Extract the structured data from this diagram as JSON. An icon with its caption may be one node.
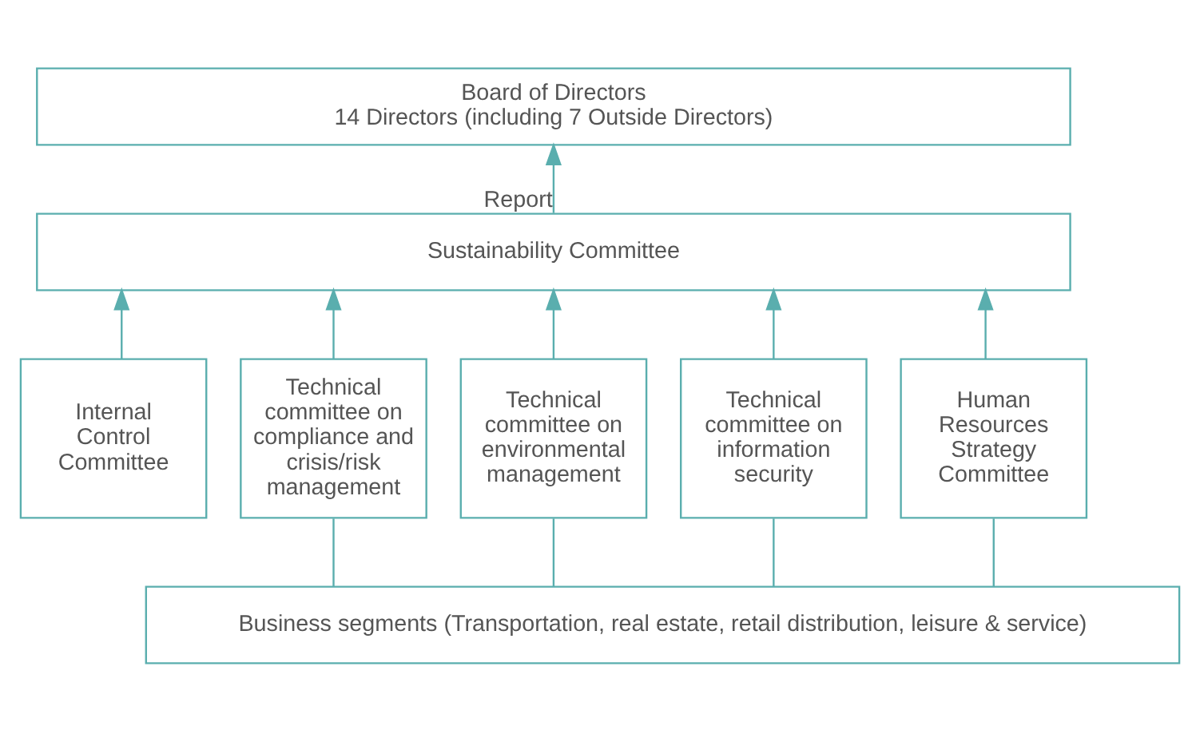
{
  "diagram": {
    "nodes": [
      {
        "text": [
          "Board of Directors",
          "14 Directors (including 7 Outside Directors)"
        ]
      },
      {
        "text": [
          "Sustainability Committee"
        ]
      },
      {
        "text": [
          "Internal Control Committee"
        ]
      },
      {
        "text": [
          "Technical committee on compliance and crisis/risk management"
        ]
      },
      {
        "text": [
          "Technical committee on environmental management"
        ]
      },
      {
        "text": [
          "Technical committee on information security"
        ]
      },
      {
        "text": [
          "Human Resources Strategy Committee"
        ]
      },
      {
        "text": [
          "Business segments (Transportation, real estate, retail distribution, leisure & service)"
        ]
      }
    ],
    "edges": [
      {
        "from": 1,
        "to": 0,
        "arrow": "to",
        "label": "Report"
      },
      {
        "from": 2,
        "to": 1,
        "arrow": "to"
      },
      {
        "from": 3,
        "to": 1,
        "arrow": "to"
      },
      {
        "from": 4,
        "to": 1,
        "arrow": "to"
      },
      {
        "from": 5,
        "to": 1,
        "arrow": "to"
      },
      {
        "from": 6,
        "to": 1,
        "arrow": "to"
      },
      {
        "from": 7,
        "to": 3,
        "arrow": "none"
      },
      {
        "from": 7,
        "to": 4,
        "arrow": "none"
      },
      {
        "from": 7,
        "to": 5,
        "arrow": "none"
      },
      {
        "from": 7,
        "to": 6,
        "arrow": "none"
      }
    ]
  }
}
